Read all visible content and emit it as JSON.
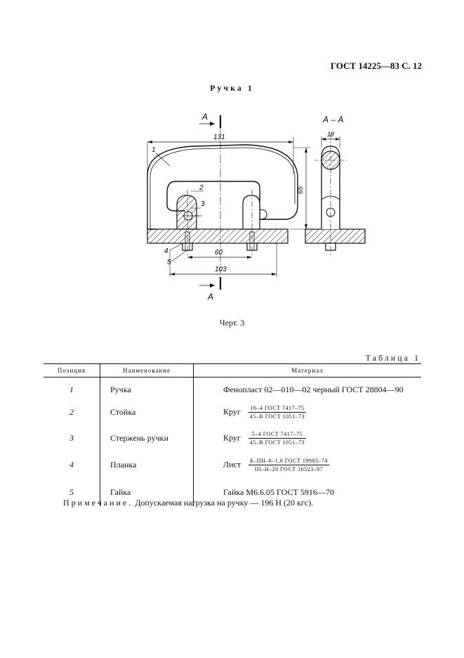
{
  "header": {
    "title": "ГОСТ 14225—83 С. 12"
  },
  "drawing": {
    "title": "Ручка 1",
    "section_label": "А – А",
    "cut_label_top": "А",
    "cut_label_bottom": "А",
    "dimensions": {
      "overall_length": "131",
      "height": "65",
      "width": "18",
      "hole_spacing": "60",
      "base_length": "103"
    },
    "callouts": [
      "1",
      "2",
      "3",
      "4",
      "5"
    ],
    "caption": "Черт. 3"
  },
  "table": {
    "label": "Таблица 1",
    "headers": [
      "Позиция",
      "Наименование",
      "Материал"
    ],
    "rows": [
      {
        "pos": "1",
        "name": "Ручка",
        "material": "Фенопласт 02—010—02 черный ГОСТ 28804—90"
      },
      {
        "pos": "2",
        "name": "Стойка",
        "material_prefix": "Круг",
        "material_num": "16–4 ГОСТ 7417–75",
        "material_den": "45–В ГОСТ 1051–73"
      },
      {
        "pos": "3",
        "name": "Стержень ручки",
        "material_prefix": "Круг",
        "material_num": "5–4 ГОСТ 7417–75",
        "material_den": "45–В ГОСТ 1051–73"
      },
      {
        "pos": "4",
        "name": "Планка",
        "material_prefix": "Лист",
        "material_num": "Б–ПН–0–1,0 ГОСТ 19903–74",
        "material_den": "III–Н–20 ГОСТ 16523–97"
      },
      {
        "pos": "5",
        "name": "Гайка",
        "material": "Гайка М6.6.05 ГОСТ 5916—70"
      }
    ]
  },
  "note": {
    "lead": "Примечание.",
    "text": " Допускаемая нагрузка на ручку — 196 Н (20 кгс)."
  }
}
